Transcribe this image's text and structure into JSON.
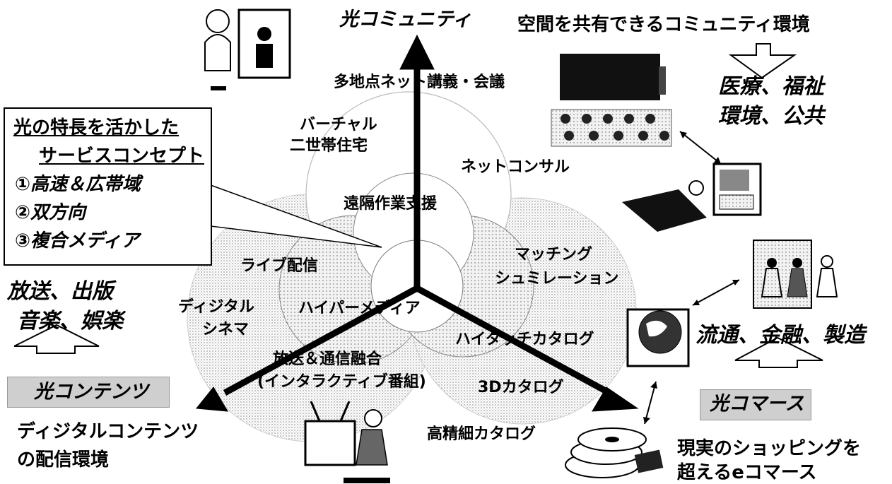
{
  "axes": {
    "top": "光コミュニティ",
    "left": "光コンテンツ",
    "right": "光コマース"
  },
  "concept_box": {
    "title_line1": "光の特長を活かした",
    "title_line2": "サービスコンセプト",
    "items": [
      "①高速＆広帯域",
      "②双方向",
      "③複合メディア"
    ]
  },
  "community": {
    "caption": "空間を共有できるコミュニティ環境",
    "fields_line1": "医療、福祉",
    "fields_line2": "環境、公共"
  },
  "contents": {
    "fields_line1": "放送、出版",
    "fields_line2": "音楽、娯楽",
    "caption_line1": "ディジタルコンテンツ",
    "caption_line2": "の配信環境"
  },
  "commerce": {
    "fields": "流通、金融、製造",
    "caption_line1": "現実のショッピングを",
    "caption_line2": "超えるeコマース"
  },
  "services": {
    "multipoint": "多地点ネット講義・会議",
    "virtual_line1": "バーチャル",
    "virtual_line2": "二世帯住宅",
    "net_consult": "ネットコンサル",
    "remote_work": "遠隔作業支援",
    "live": "ライブ配信",
    "cinema_line1": "ディジタル",
    "cinema_line2": "シネマ",
    "hypermedia": "ハイパーメディア",
    "broadcast_line1": "放送＆通信融合",
    "broadcast_line2": "(インタラクティブ番組)",
    "matching_line1": "マッチング",
    "matching_line2": "シュミレーション",
    "hitouch": "ハイタッチカタログ",
    "catalog3d": "3Dカタログ",
    "hires": "高精細カタログ"
  }
}
